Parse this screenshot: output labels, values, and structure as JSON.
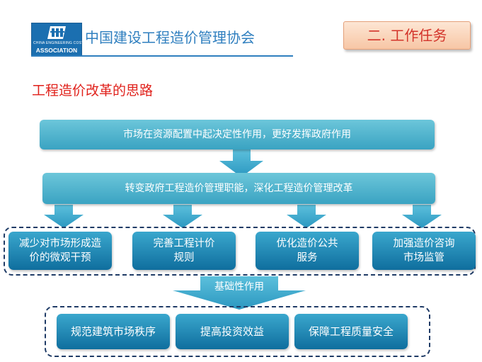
{
  "header": {
    "logo_text_small": "CHINA ENGINEERING COST",
    "logo_text_big": "ASSOCIATION",
    "org_name": "中国建设工程造价管理协会",
    "section_tab": "二. 工作任务"
  },
  "slide_title": "工程造价改革的思路",
  "diagram": {
    "level1": "市场在资源配置中起决定性作用，更好发挥政府作用",
    "level2": "转变政府工程造价管理职能，深化工程造价管理改革",
    "level3": [
      {
        "line1": "减少对市场形成造",
        "line2": "价的微观干预"
      },
      {
        "line1": "完善工程计价",
        "line2": "规则"
      },
      {
        "line1": "优化造价公共",
        "line2": "服务"
      },
      {
        "line1": "加强造价咨询",
        "line2": "市场监管"
      }
    ],
    "connector_label": "基础性作用",
    "level4": [
      "规范建筑市场秩序",
      "提高投资效益",
      "保障工程质量安全"
    ]
  },
  "colors": {
    "org_blue": "#2f7fbf",
    "title_red": "#e0211b",
    "tab_fill": "#f7c6a5",
    "box_light": "#4fb3cf",
    "box_dark": "#1784b5",
    "arrow": "#3aa7cd",
    "dash": "#1f3b66"
  }
}
